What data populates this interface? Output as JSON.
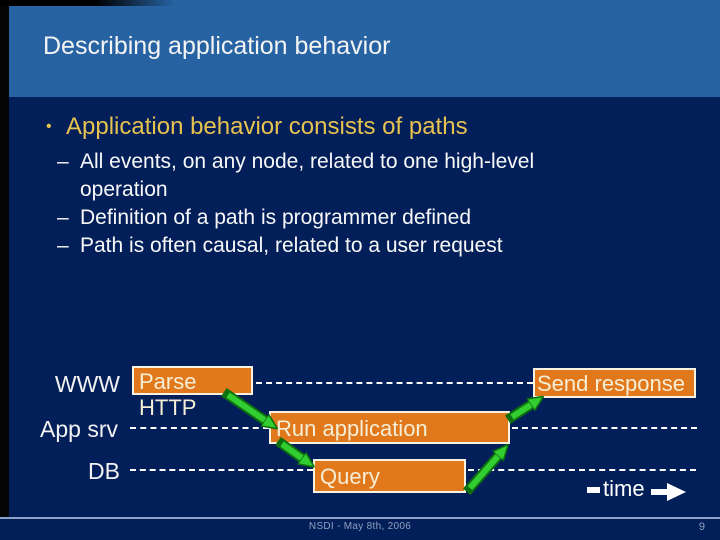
{
  "slide": {
    "title": "Describing application behavior",
    "bullet": {
      "marker": "•",
      "text": "Application behavior consists of paths"
    },
    "sub_bullets": [
      {
        "marker": "–",
        "text": "All events, on any node, related to one high-level operation"
      },
      {
        "marker": "–",
        "text": "Definition of a path is programmer defined"
      },
      {
        "marker": "–",
        "text": "Path is often causal, related to a user request"
      }
    ]
  },
  "diagram": {
    "lanes": [
      {
        "label": "WWW"
      },
      {
        "label": "App srv"
      },
      {
        "label": "DB"
      }
    ],
    "boxes": {
      "parse": {
        "label": "Parse HTTP",
        "lines": [
          "Parse",
          "HTTP"
        ]
      },
      "run": {
        "label": "Run application"
      },
      "query": {
        "label": "Query"
      },
      "send": {
        "label": "Send response"
      }
    },
    "arrows": [
      "parse-to-run",
      "run-to-query",
      "query-to-run",
      "run-to-send"
    ],
    "time_label": "time"
  },
  "footer": {
    "text": "NSDI - May 8th, 2006",
    "page": "9"
  },
  "colors": {
    "header_blue": "#2763a3",
    "body_navy": "#031f5a",
    "box_orange": "#e1791c",
    "box_text_cream": "#f5eed6",
    "bullet_gold": "#e6c24e",
    "arrow_green": "#31cd31",
    "footer_text": "#8fa0bf"
  }
}
